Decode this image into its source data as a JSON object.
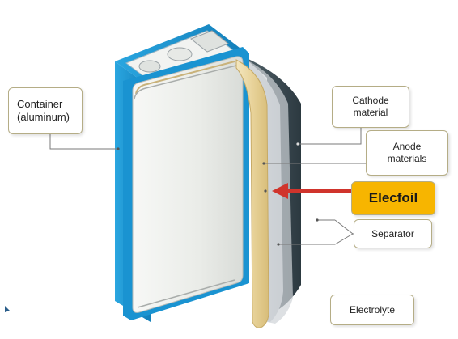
{
  "labels": {
    "container": "Container\n(aluminum)",
    "cathode": "Cathode\nmaterial",
    "anode": "Anode\nmaterials",
    "elecfoil": "Elecfoil",
    "separator": "Separator",
    "electrolyte": "Electrolyte"
  },
  "colors": {
    "container_frame": "#1e9ad6",
    "container_body": "#eceeea",
    "anode_sheet": "#ecd9a6",
    "separator_sheet": "#d6d9dc",
    "cathode_sheet": "#3b4a52",
    "elecfoil_highlight": "#f7b500",
    "arrow": "#d0342c",
    "leader_line": "#7a7a7a"
  }
}
